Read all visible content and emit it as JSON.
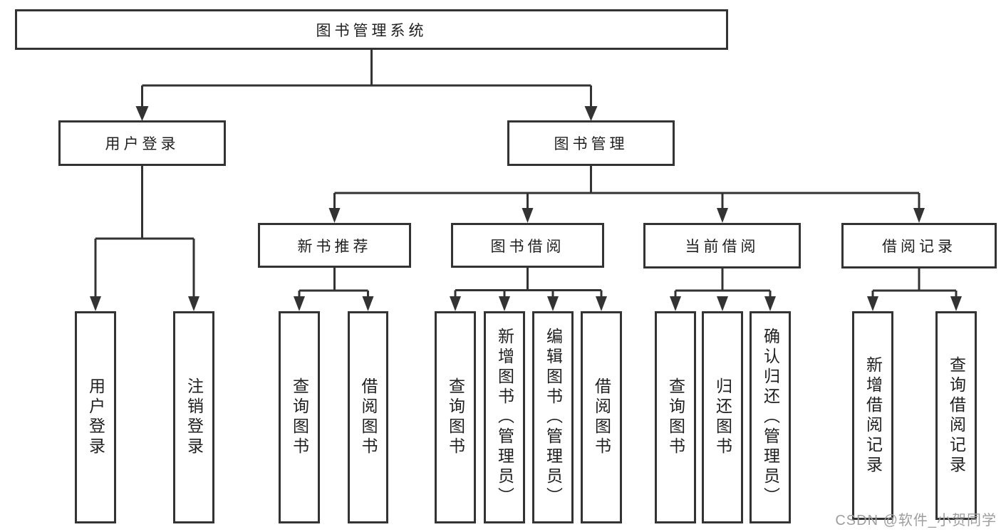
{
  "diagram": {
    "type": "hierarchy-tree",
    "tree": {
      "label": "图书管理系统",
      "children": [
        {
          "label": "用户登录",
          "children": [
            {
              "label": "用户登录"
            },
            {
              "label": "注销登录"
            }
          ]
        },
        {
          "label": "图书管理",
          "children": [
            {
              "label": "新书推荐",
              "children": [
                {
                  "label": "查询图书"
                },
                {
                  "label": "借阅图书"
                }
              ]
            },
            {
              "label": "图书借阅",
              "children": [
                {
                  "label": "查询图书"
                },
                {
                  "label": "新增图书（管理员）"
                },
                {
                  "label": "编辑图书（管理员）"
                },
                {
                  "label": "借阅图书"
                }
              ]
            },
            {
              "label": "当前借阅",
              "children": [
                {
                  "label": "查询图书"
                },
                {
                  "label": "归还图书"
                },
                {
                  "label": "确认归还（管理员）"
                }
              ]
            },
            {
              "label": "借阅记录",
              "children": [
                {
                  "label": "新增借阅记录"
                },
                {
                  "label": "查询借阅记录"
                }
              ]
            }
          ]
        }
      ]
    },
    "colors": {
      "line": "#333333",
      "box_border": "#333333",
      "text": "#1f1f1f",
      "background": "#ffffff",
      "watermark": "#9e9e9e"
    }
  },
  "watermark": {
    "text": "CSDN @软件_小贺同学"
  }
}
